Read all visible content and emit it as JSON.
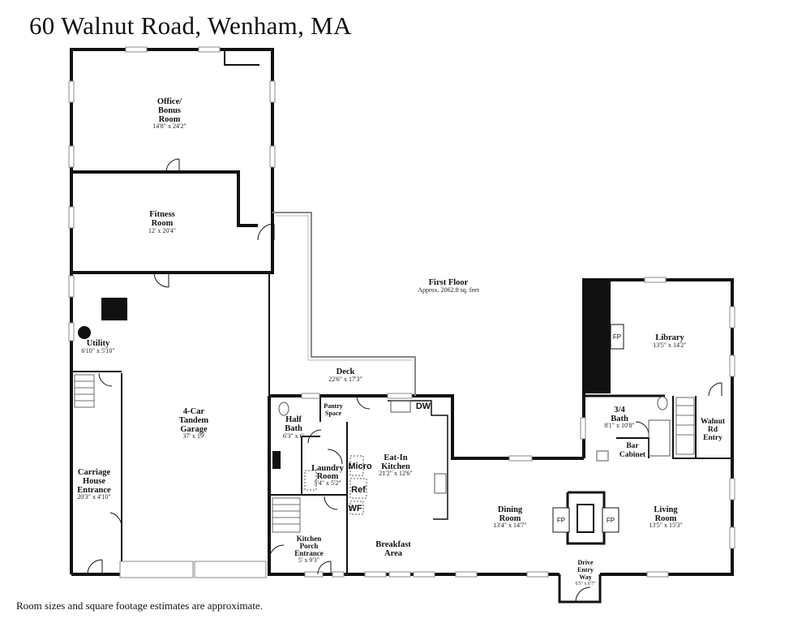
{
  "title": "60 Walnut Road, Wenham, MA",
  "footnote": "Room sizes and square footage estimates are approximate.",
  "floor": {
    "name": "First Floor",
    "area": "Approx. 2062.8 sq. feet"
  },
  "rooms": {
    "office": {
      "name": [
        "Office/",
        "Bonus",
        "Room"
      ],
      "dims": "14'8\" x 24'2\""
    },
    "fitness": {
      "name": [
        "Fitness",
        "Room"
      ],
      "dims": "12' x 20'4\""
    },
    "utility": {
      "name": [
        "Utility"
      ],
      "dims": "6'10\" x 5'10\""
    },
    "garage": {
      "name": [
        "4-Car",
        "Tandem",
        "Garage"
      ],
      "dims": "37' x 19'"
    },
    "carriage": {
      "name": [
        "Carriage",
        "House",
        "Entrance"
      ],
      "dims": "20'3\" x 4'10\""
    },
    "deck": {
      "name": [
        "Deck"
      ],
      "dims": "22'6\" x 17'3\""
    },
    "half_bath": {
      "name": [
        "Half",
        "Bath"
      ],
      "dims": "6'3\" x 6'"
    },
    "pantry": {
      "name": [
        "Pantry",
        "Space"
      ]
    },
    "laundry": {
      "name": [
        "Laundry",
        "Room"
      ],
      "dims": "5'4\" x 5'2\""
    },
    "kitchen": {
      "name": [
        "Eat-In",
        "Kitchen"
      ],
      "dims": "21'2\" x 12'6\""
    },
    "breakfast": {
      "name": [
        "Breakfast",
        "Area"
      ]
    },
    "kitchen_porch": {
      "name": [
        "Kitchen",
        "Porch",
        "Entrance"
      ],
      "dims": "5' x 9'3\""
    },
    "dining": {
      "name": [
        "Dining",
        "Room"
      ],
      "dims": "13'4\" x 14'7\""
    },
    "living": {
      "name": [
        "Living",
        "Room"
      ],
      "dims": "13'5\" x 15'3\""
    },
    "library": {
      "name": [
        "Library"
      ],
      "dims": "13'5\" x 14'2\""
    },
    "three_quarter_bath": {
      "name": [
        "3/4",
        "Bath"
      ],
      "dims": "8'1\" x 10'8\""
    },
    "bar_cabinet": {
      "name": [
        "Bar",
        "Cabinet"
      ]
    },
    "walnut_entry": {
      "name": [
        "Walnut",
        "Rd",
        "Entry"
      ]
    },
    "drive_entry": {
      "name": [
        "Drive",
        "Entry",
        "Way"
      ],
      "dims": "6'5\" x 6'7\""
    }
  },
  "fixtures": {
    "dw": "DW",
    "micro": "Micro",
    "ref": "Ref",
    "wf": "WF",
    "fp": "FP"
  }
}
